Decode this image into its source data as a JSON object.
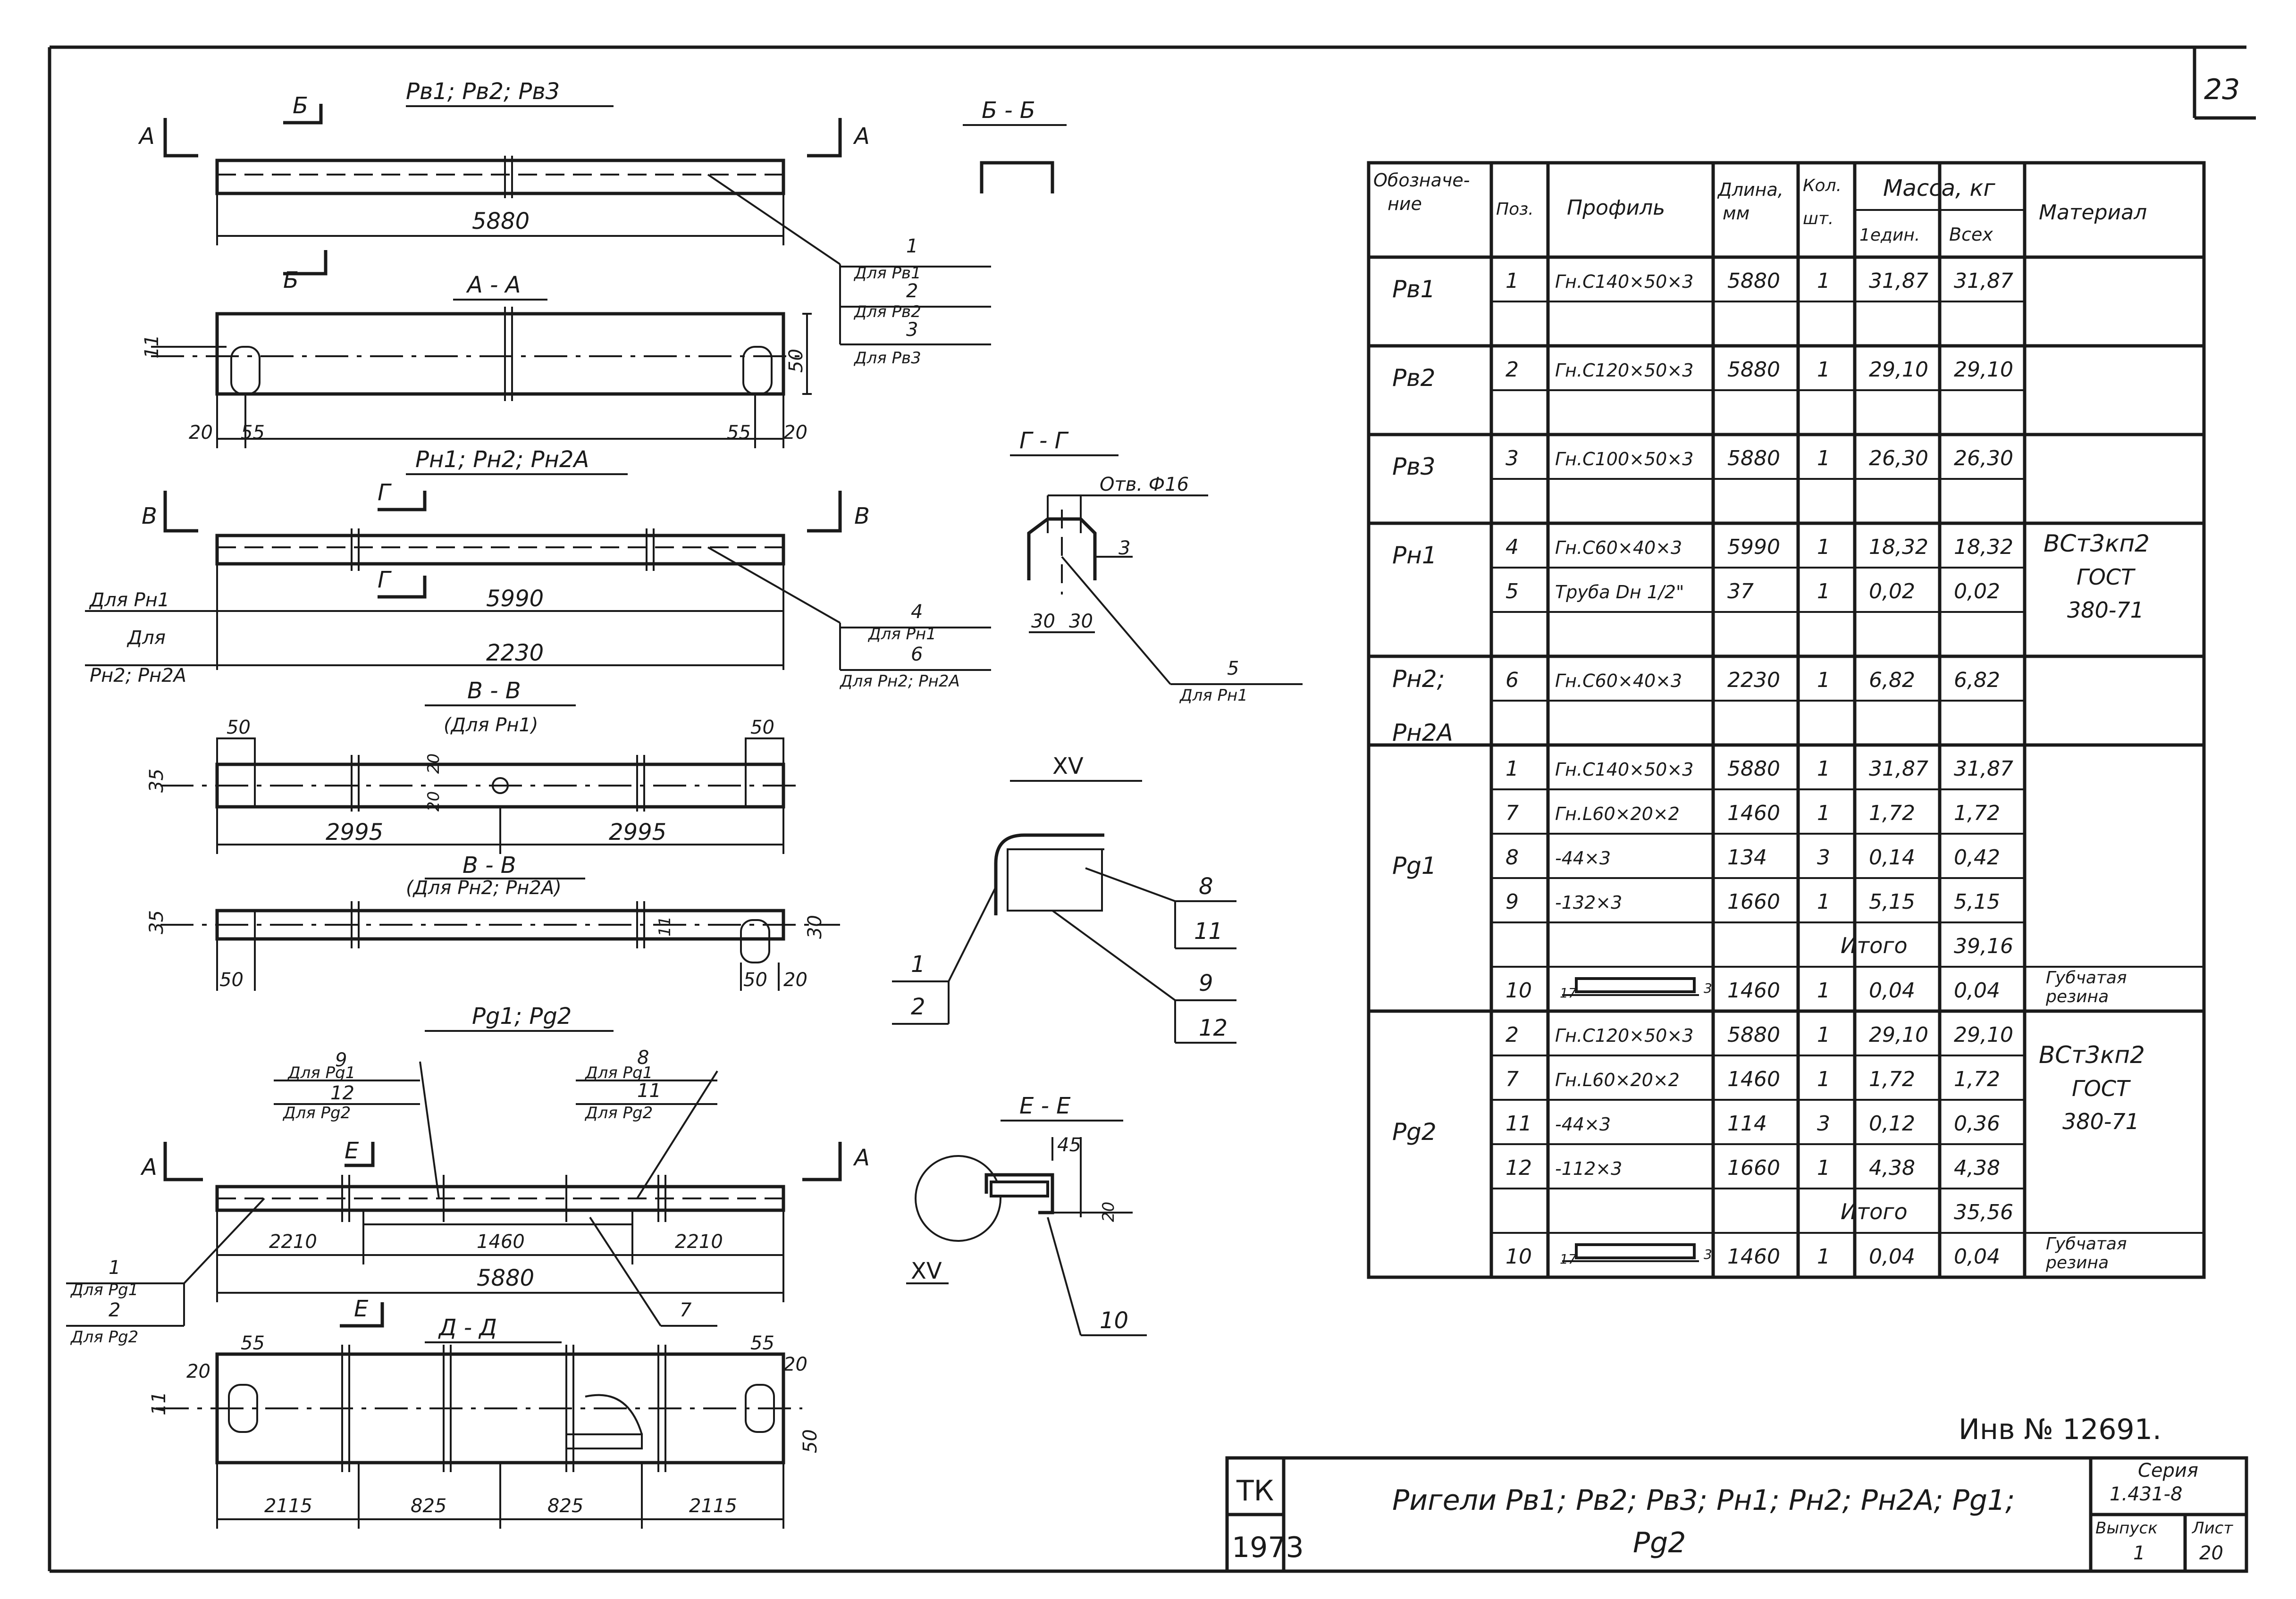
{
  "sheet_number": "23",
  "inv_number": "Инв № 12691.",
  "title_block": {
    "org": "ТК",
    "year": "1973",
    "title_line1": "Ригели Рв1; Рв2; Рв3; Рн1; Рн2; Рн2А; Рg1;",
    "title_line2": "Рg2",
    "series_label": "Серия",
    "series_value": "1.431-8",
    "issue_label": "Выпуск",
    "issue_value": "1",
    "sheet_label": "Лист",
    "sheet_value": "20"
  },
  "spec_table": {
    "headers": {
      "designation": "Обозначе-ние",
      "pos": "Поз.",
      "profile": "Профиль",
      "length": "Длина, мм",
      "qty": "Кол. шт.",
      "mass": "Масса, кг",
      "mass_unit": "1един.",
      "mass_total": "Всех",
      "material": "Материал"
    },
    "rows": [
      {
        "des": "Рв1",
        "pos": "1",
        "profile": "Гн.С140×50×3",
        "length": "5880",
        "qty": "1",
        "unit": "31,87",
        "total": "31,87"
      },
      {
        "des": "",
        "pos": "",
        "profile": "",
        "length": "",
        "qty": "",
        "unit": "",
        "total": ""
      },
      {
        "des": "Рв2",
        "pos": "2",
        "profile": "Гн.С120×50×3",
        "length": "5880",
        "qty": "1",
        "unit": "29,10",
        "total": "29,10"
      },
      {
        "des": "",
        "pos": "",
        "profile": "",
        "length": "",
        "qty": "",
        "unit": "",
        "total": ""
      },
      {
        "des": "Рв3",
        "pos": "3",
        "profile": "Гн.С100×50×3",
        "length": "5880",
        "qty": "1",
        "unit": "26,30",
        "total": "26,30"
      },
      {
        "des": "",
        "pos": "",
        "profile": "",
        "length": "",
        "qty": "",
        "unit": "",
        "total": ""
      },
      {
        "des": "Рн1",
        "pos": "4",
        "profile": "Гн.С60×40×3",
        "length": "5990",
        "qty": "1",
        "unit": "18,32",
        "total": "18,32"
      },
      {
        "des": "",
        "pos": "5",
        "profile": "Труба Dн 1/2\"",
        "length": "37",
        "qty": "1",
        "unit": "0,02",
        "total": "0,02"
      },
      {
        "des": "",
        "pos": "",
        "profile": "",
        "length": "",
        "qty": "",
        "unit": "",
        "total": ""
      },
      {
        "des": "Рн2;",
        "pos": "6",
        "profile": "Гн.С60×40×3",
        "length": "2230",
        "qty": "1",
        "unit": "6,82",
        "total": "6,82"
      },
      {
        "des": "Рн2А",
        "pos": "",
        "profile": "",
        "length": "",
        "qty": "",
        "unit": "",
        "total": ""
      },
      {
        "des": "",
        "pos": "1",
        "profile": "Гн.С140×50×3",
        "length": "5880",
        "qty": "1",
        "unit": "31,87",
        "total": "31,87"
      },
      {
        "des": "",
        "pos": "7",
        "profile": "Гн.L60×20×2",
        "length": "1460",
        "qty": "1",
        "unit": "1,72",
        "total": "1,72"
      },
      {
        "des": "Рg1",
        "pos": "8",
        "profile": "-44×3",
        "length": "134",
        "qty": "3",
        "unit": "0,14",
        "total": "0,42"
      },
      {
        "des": "",
        "pos": "9",
        "profile": "-132×3",
        "length": "1660",
        "qty": "1",
        "unit": "5,15",
        "total": "5,15"
      },
      {
        "des": "",
        "pos": "",
        "profile": "Итого",
        "length": "",
        "qty": "",
        "unit": "",
        "total": "39,16"
      },
      {
        "des": "",
        "pos": "10",
        "profile": "",
        "length": "1460",
        "qty": "1",
        "unit": "0,04",
        "total": "0,04"
      },
      {
        "des": "",
        "pos": "2",
        "profile": "Гн.С120×50×3",
        "length": "5880",
        "qty": "1",
        "unit": "29,10",
        "total": "29,10"
      },
      {
        "des": "",
        "pos": "7",
        "profile": "Гн.L60×20×2",
        "length": "1460",
        "qty": "1",
        "unit": "1,72",
        "total": "1,72"
      },
      {
        "des": "Рg2",
        "pos": "11",
        "profile": "-44×3",
        "length": "114",
        "qty": "3",
        "unit": "0,12",
        "total": "0,36"
      },
      {
        "des": "",
        "pos": "12",
        "profile": "-112×3",
        "length": "1660",
        "qty": "1",
        "unit": "4,38",
        "total": "4,38"
      },
      {
        "des": "",
        "pos": "",
        "profile": "Итого",
        "length": "",
        "qty": "",
        "unit": "",
        "total": "35,56"
      },
      {
        "des": "",
        "pos": "10",
        "profile": "",
        "length": "1460",
        "qty": "1",
        "unit": "0,04",
        "total": "0,04"
      }
    ],
    "material_main": [
      "ВСт3кп2",
      "ГОСТ",
      "380-71"
    ],
    "material_rubber": [
      "Губчатая",
      "резина"
    ],
    "rubber_dims": [
      "17",
      "3"
    ]
  },
  "drawing": {
    "rv_title": "Рв1; Рв2; Рв3",
    "rv_length": "5880",
    "rv_section": "А - А",
    "rv_dims": [
      "20",
      "55",
      "55",
      "20",
      "50",
      "11"
    ],
    "rv_callouts": [
      "1",
      "Для Рв1",
      "2",
      "Для Рв2",
      "3",
      "Для Рв3"
    ],
    "marks": {
      "A": "А",
      "B": "Б",
      "V": "В",
      "G": "Г",
      "E": "Е"
    },
    "bb_title": "Б - Б",
    "rn_title": "Рн1; Рн2; Рн2А",
    "rn_len_label": "Для Рн1",
    "rn_len": "5990",
    "rn2_len_label": [
      "Для",
      "Рн2; Рн2А"
    ],
    "rn2_len": "2230",
    "rn_callouts": [
      "4",
      "Для Рн1",
      "6",
      "Для Рн2; Рн2А"
    ],
    "gg_title": "Г - Г",
    "gg_hole": "Отв. Ф16",
    "gg_dims": [
      "30",
      "30",
      "3"
    ],
    "gg_callout": [
      "5",
      "Для Рн1"
    ],
    "vv1_title": "В - В",
    "vv1_sub": "(Для Рн1)",
    "vv1_dims": [
      "50",
      "50",
      "35",
      "20",
      "20",
      "2995",
      "2995"
    ],
    "vv2_title": "В - В",
    "vv2_sub": "(Для Рн2; Рн2А)",
    "vv2_dims": [
      "35",
      "50",
      "50",
      "20",
      "11",
      "30"
    ],
    "xv_title": "XV",
    "xv_callouts": [
      "1",
      "2",
      "8",
      "11",
      "9",
      "12"
    ],
    "rg_title": "Рg1; Рg2",
    "rg_callouts_left": [
      "9",
      "Для Рg1",
      "12",
      "Для Рg2"
    ],
    "rg_callouts_right": [
      "8",
      "Для Рg1",
      "11",
      "Для Рg2"
    ],
    "rg_dims": [
      "2210",
      "1460",
      "2210",
      "5880"
    ],
    "rg_callouts_bottom": [
      "1",
      "Для Рg1",
      "2",
      "Для Рg2",
      "7"
    ],
    "dd_title": "Д - Д",
    "dd_dims": [
      "55",
      "20",
      "55",
      "20",
      "11",
      "50",
      "2115",
      "825",
      "825",
      "2115"
    ],
    "ee_title": "Е - Е",
    "ee_dims": [
      "45",
      "20"
    ],
    "ee_xv": "XV",
    "ee_callout": "10"
  }
}
